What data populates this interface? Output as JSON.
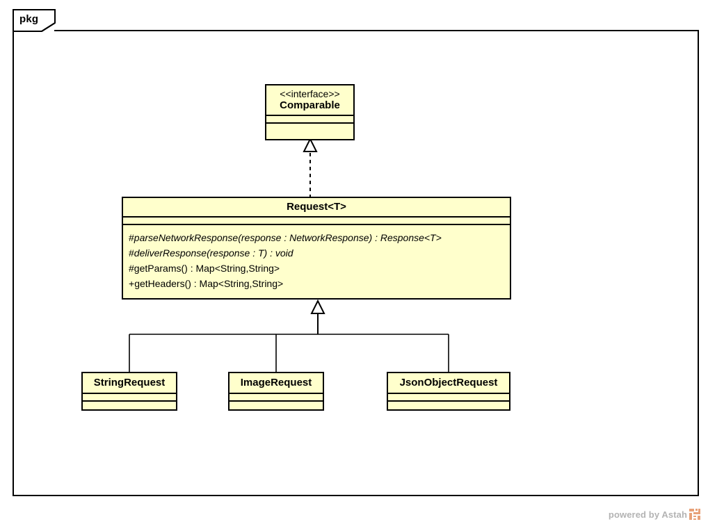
{
  "diagram": {
    "type": "uml-class-diagram",
    "package": {
      "label": "pkg"
    },
    "classes": [
      {
        "id": "comparable",
        "stereotype": "<<interface>>",
        "name": "Comparable",
        "attributes": [],
        "operations": []
      },
      {
        "id": "request",
        "stereotype": "",
        "name": "Request<T>",
        "attributes": [],
        "operations": [
          {
            "visibility": "#",
            "signature": "parseNetworkResponse(response : NetworkResponse) : Response<T>",
            "abstract": true
          },
          {
            "visibility": "#",
            "signature": "deliverResponse(response : T) : void",
            "abstract": true
          },
          {
            "visibility": "#",
            "signature": "getParams() : Map<String,String>",
            "abstract": false
          },
          {
            "visibility": "+",
            "signature": "getHeaders() : Map<String,String>",
            "abstract": false
          }
        ]
      },
      {
        "id": "stringrequest",
        "stereotype": "",
        "name": "StringRequest",
        "attributes": [],
        "operations": []
      },
      {
        "id": "imagerequest",
        "stereotype": "",
        "name": "ImageRequest",
        "attributes": [],
        "operations": []
      },
      {
        "id": "jsonobjectrequest",
        "stereotype": "",
        "name": "JsonObjectRequest",
        "attributes": [],
        "operations": []
      }
    ],
    "relationships": [
      {
        "kind": "realization",
        "style": "dashed",
        "arrow": "hollow-triangle",
        "from": "request",
        "to": "comparable"
      },
      {
        "kind": "generalization",
        "style": "solid",
        "arrow": "hollow-triangle",
        "from": "stringrequest",
        "to": "request"
      },
      {
        "kind": "generalization",
        "style": "solid",
        "arrow": "hollow-triangle",
        "from": "imagerequest",
        "to": "request"
      },
      {
        "kind": "generalization",
        "style": "solid",
        "arrow": "hollow-triangle",
        "from": "jsonobjectrequest",
        "to": "request"
      }
    ]
  },
  "watermark": {
    "text": "powered by Astah",
    "logo_icon": "astah-logo-icon"
  },
  "colors": {
    "class_fill": "#ffffcc",
    "class_border": "#000000",
    "canvas": "#ffffff",
    "watermark_text": "#b3b3b3",
    "watermark_logo": "#e8a178",
    "connector": "#000000"
  }
}
